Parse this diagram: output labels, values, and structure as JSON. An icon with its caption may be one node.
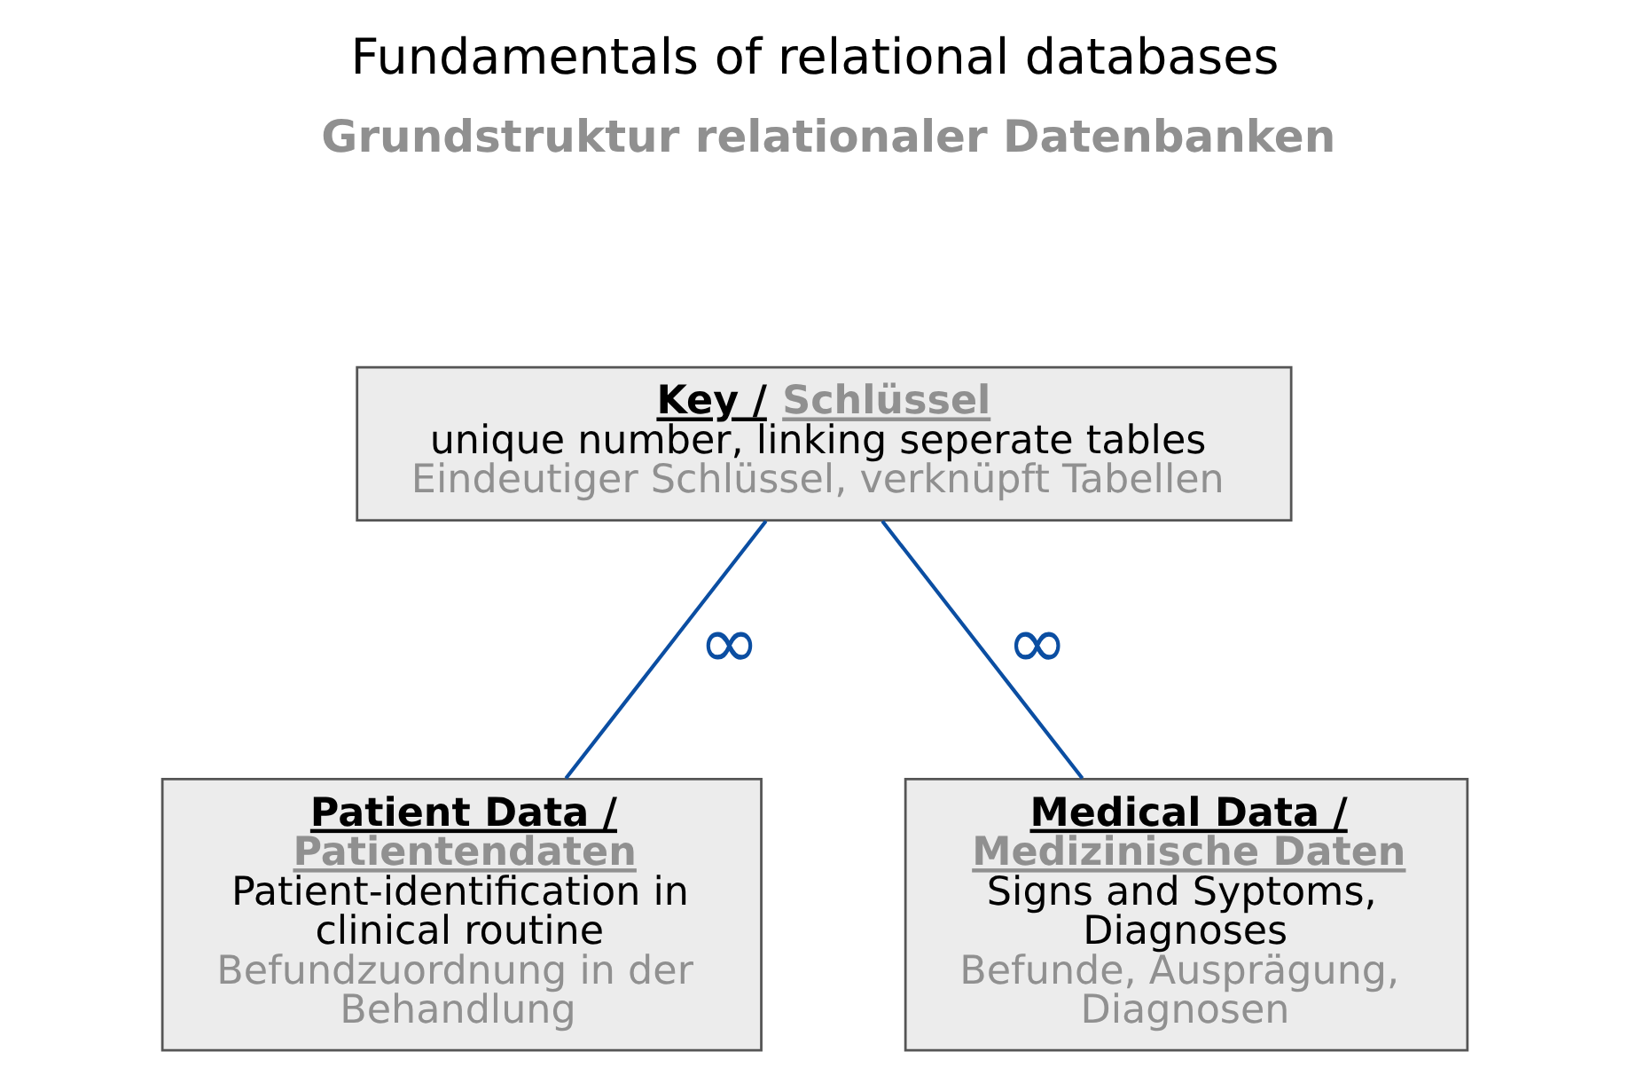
{
  "diagram": {
    "title": "Fundamentals of relational databases",
    "nodes": [
      {
        "text": [
          "Key /",
          "Schlüssel",
          "unique number, linking seperate tables",
          "Eindeutiger Schlüssel, verknüpft Tabellen"
        ]
      },
      {
        "text": [
          "Patient Data /",
          "Patientendaten",
          "Patient-identification in clinical routine",
          "Befundzuordnung in der Behandlung"
        ]
      },
      {
        "text": [
          "Medical Data /",
          "Medizinische Daten",
          "Signs and Syptoms, Diagnoses",
          "Befunde, Ausprägung, Diagnosen"
        ]
      }
    ],
    "edges": [
      {
        "from": 0,
        "to": 1,
        "arrow": "none",
        "label": "∞"
      },
      {
        "from": 0,
        "to": 2,
        "arrow": "none",
        "label": "∞"
      }
    ],
    "labels": [
      "Grundstruktur relationaler Datenbanken"
    ]
  }
}
